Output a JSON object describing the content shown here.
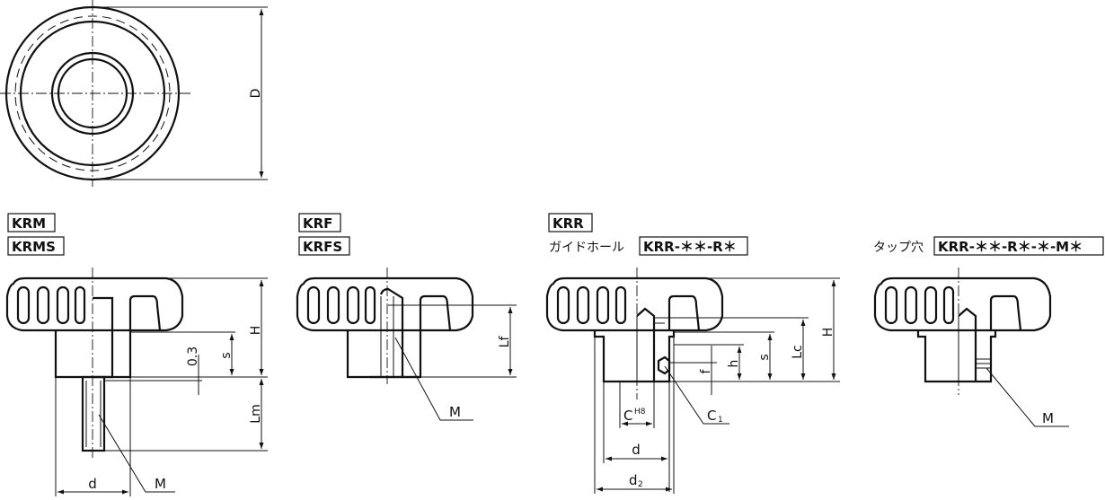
{
  "views": {
    "top": {
      "dim_d": "D"
    },
    "krm": {
      "tags": [
        "KRM",
        "KRMS"
      ],
      "dim_h": "H",
      "dim_s": "s",
      "dim_03": "0.3",
      "dim_lm": "Lm",
      "dim_d": "d",
      "dim_m": "M"
    },
    "krf": {
      "tags": [
        "KRF",
        "KRFS"
      ],
      "dim_lf": "Lf",
      "dim_m": "M"
    },
    "krr": {
      "tag": "KRR",
      "guide_hole_label": "ガイドホール",
      "guide_hole_code": "KRR-＊＊-R＊",
      "dim_h_upper": "H",
      "dim_lc": "Lc",
      "dim_s": "s",
      "dim_h": "h",
      "dim_f": "f",
      "dim_c": "C",
      "dim_c_sup": "H8",
      "dim_c1": "C",
      "dim_c1_sub": "1",
      "dim_d": "d",
      "dim_d2": "d",
      "dim_d2_sub": "2"
    },
    "tap": {
      "label": "タップ穴",
      "code": "KRR-＊＊-R＊-＊-M＊",
      "dim_m": "M"
    }
  }
}
